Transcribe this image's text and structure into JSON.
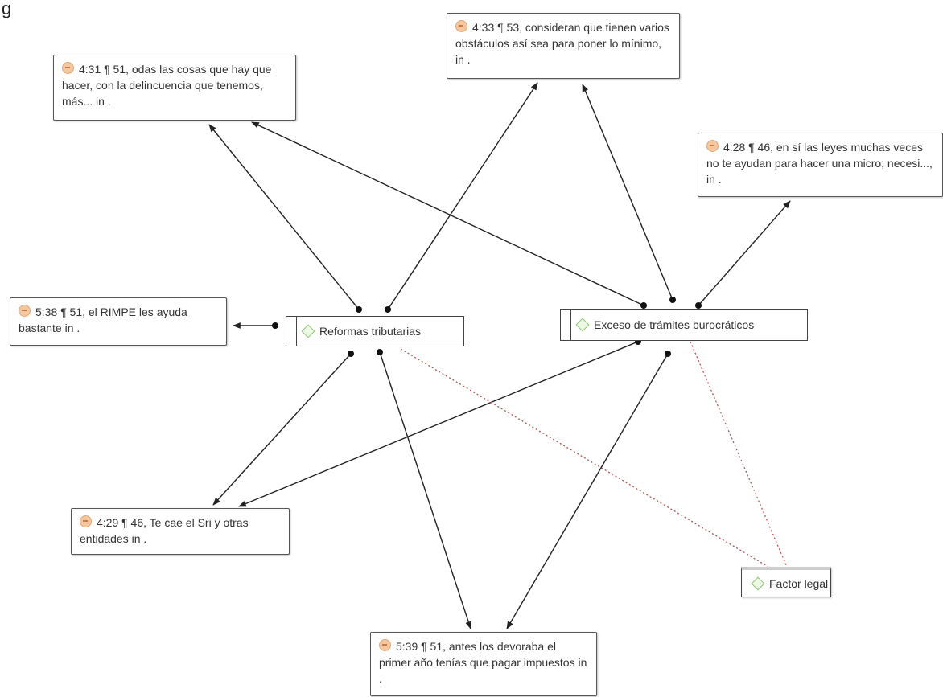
{
  "top_fragment": "g",
  "codes": {
    "reformas": "Reformas tributarias",
    "exceso": "Exceso de trámites burocráticos",
    "factor": "Factor legal"
  },
  "quotes": {
    "q431": "4:31 ¶ 51, odas las cosas que hay que hacer, con la delincuencia que tenemos, más... in .",
    "q433": "4:33 ¶ 53, consideran que tienen varios obstáculos así sea para poner lo mínimo, in .",
    "q428": "4:28 ¶ 46, en sí las leyes muchas veces no te ayudan para hacer una micro; necesi..., in .",
    "q538": "5:38 ¶ 51, el RIMPE les ayuda bastante in .",
    "q429": "4:29 ¶ 46, Te cae el Sri y otras entidades in .",
    "q539": "5:39 ¶ 51, antes los devoraba el primer año tenías que pagar impuestos in ."
  },
  "colors": {
    "link_line": "#222222",
    "dashed_link": "#b85450",
    "code_diamond": "#8cc66f",
    "quote_icon": "#f4c7a0"
  }
}
